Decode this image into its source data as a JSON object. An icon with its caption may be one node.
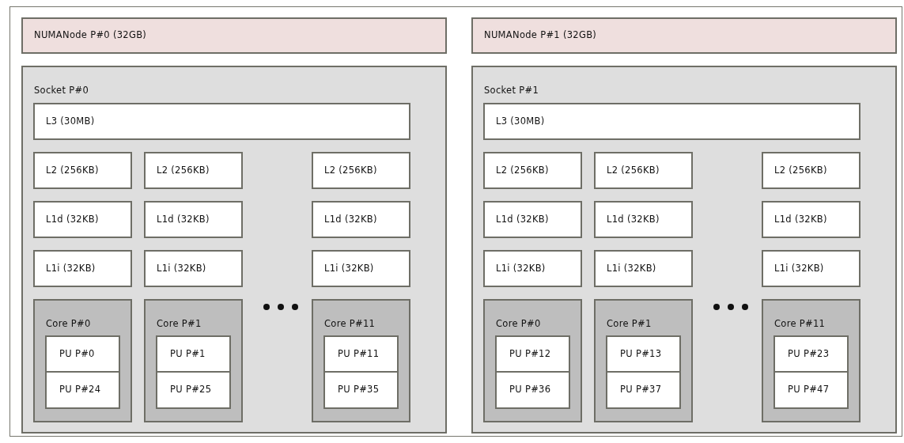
{
  "diagram": {
    "nodes": [
      {
        "text": [],
        "shape": "box"
      },
      {
        "text": [
          "NUMANode P#0 (32GB)"
        ],
        "in": 0
      },
      {
        "text": [
          "Socket P#0"
        ],
        "in": 0
      },
      {
        "text": [
          "L3 (30MB)"
        ],
        "in": 2
      },
      {
        "text": [
          "L2 (256KB)"
        ],
        "in": 2
      },
      {
        "text": [
          "L2 (256KB)"
        ],
        "in": 2
      },
      {
        "text": [
          "L2 (256KB)"
        ],
        "in": 2
      },
      {
        "text": [
          "L1d (32KB)"
        ],
        "in": 2
      },
      {
        "text": [
          "L1d (32KB)"
        ],
        "in": 2
      },
      {
        "text": [
          "L1d (32KB)"
        ],
        "in": 2
      },
      {
        "text": [
          "L1i (32KB)"
        ],
        "in": 2
      },
      {
        "text": [
          "L1i (32KB)"
        ],
        "in": 2
      },
      {
        "text": [
          "L1i (32KB)"
        ],
        "in": 2
      },
      {
        "text": [
          "Core P#0"
        ],
        "in": 2
      },
      {
        "text": [
          "PU P#0"
        ],
        "in": 13
      },
      {
        "text": [
          "PU P#24"
        ],
        "in": 13
      },
      {
        "text": [
          "Core P#1"
        ],
        "in": 2
      },
      {
        "text": [
          "PU P#1"
        ],
        "in": 16
      },
      {
        "text": [
          "PU P#25"
        ],
        "in": 16
      },
      {
        "text": [
          "Core P#11"
        ],
        "in": 2
      },
      {
        "text": [
          "PU P#11"
        ],
        "in": 19
      },
      {
        "text": [
          "PU P#35"
        ],
        "in": 19
      },
      {
        "text": [
          "NUMANode P#1 (32GB)"
        ],
        "in": 0
      },
      {
        "text": [
          "Socket P#1"
        ],
        "in": 0
      },
      {
        "text": [
          "L3 (30MB)"
        ],
        "in": 23
      },
      {
        "text": [
          "L2 (256KB)"
        ],
        "in": 23
      },
      {
        "text": [
          "L2 (256KB)"
        ],
        "in": 23
      },
      {
        "text": [
          "L2 (256KB)"
        ],
        "in": 23
      },
      {
        "text": [
          "L1d (32KB)"
        ],
        "in": 23
      },
      {
        "text": [
          "L1d (32KB)"
        ],
        "in": 23
      },
      {
        "text": [
          "L1d (32KB)"
        ],
        "in": 23
      },
      {
        "text": [
          "L1i (32KB)"
        ],
        "in": 23
      },
      {
        "text": [
          "L1i (32KB)"
        ],
        "in": 23
      },
      {
        "text": [
          "L1i (32KB)"
        ],
        "in": 23
      },
      {
        "text": [
          "Core P#0"
        ],
        "in": 23
      },
      {
        "text": [
          "PU P#12"
        ],
        "in": 34
      },
      {
        "text": [
          "PU P#36"
        ],
        "in": 34
      },
      {
        "text": [
          "Core P#1"
        ],
        "in": 23
      },
      {
        "text": [
          "PU P#13"
        ],
        "in": 37
      },
      {
        "text": [
          "PU P#37"
        ],
        "in": 37
      },
      {
        "text": [
          "Core P#11"
        ],
        "in": 23
      },
      {
        "text": [
          "PU P#23"
        ],
        "in": 40
      },
      {
        "text": [
          "PU P#47"
        ],
        "in": 40
      }
    ]
  }
}
